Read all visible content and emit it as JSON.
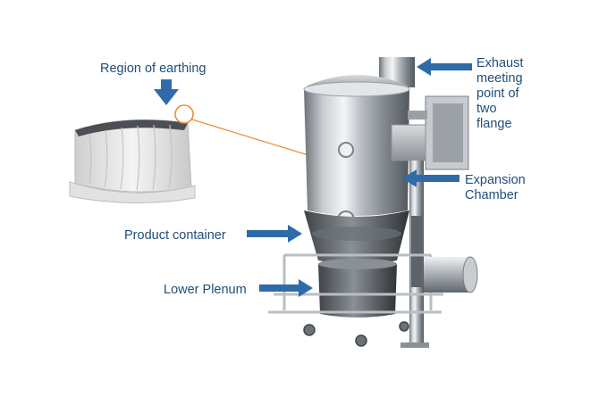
{
  "labels": {
    "region_of_earthing": "Region of earthing",
    "exhaust_lines": [
      "Exhaust",
      "meeting",
      "point of",
      "two",
      "flange"
    ],
    "expansion_lines": [
      "Expansion",
      "Chamber"
    ],
    "product_container": "Product container",
    "lower_plenum": "Lower Plenum"
  },
  "colors": {
    "label_text": "#1f4e79",
    "arrow_fill": "#2f6ba8",
    "callout_circle": "#e8903a",
    "callout_line": "#e8903a",
    "steel_light": "#e6e8eb",
    "steel_mid": "#a9aeb4",
    "steel_dark": "#5d6369",
    "filter_bag": "#e9e9e9",
    "background": "#ffffff"
  }
}
